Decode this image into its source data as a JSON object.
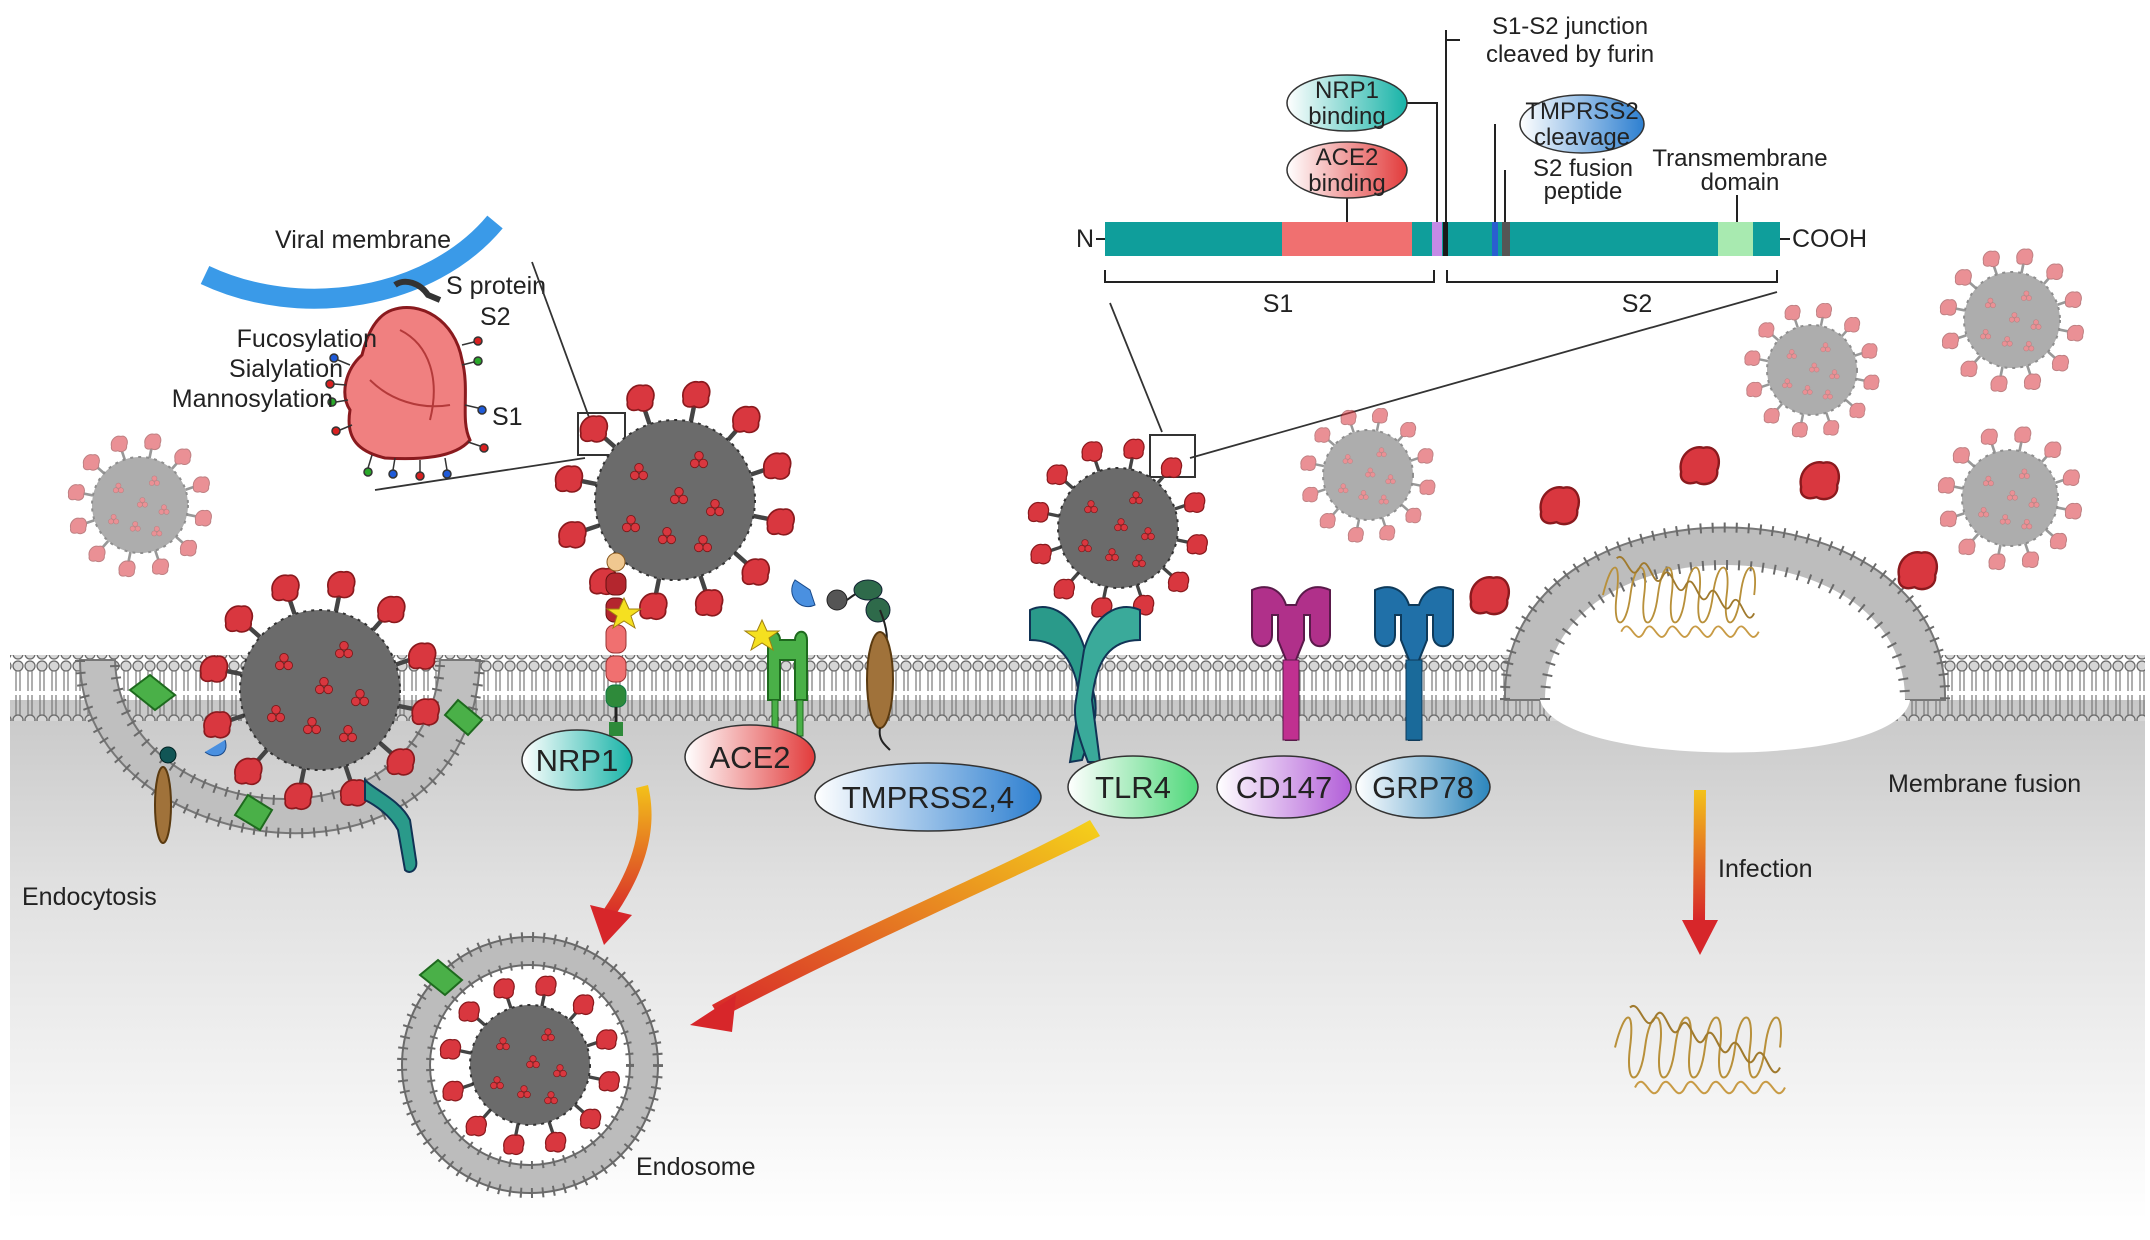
{
  "spike_domain_map": {
    "n_terminus": "N",
    "c_terminus": "COOH",
    "s1_label": "S1",
    "s2_label": "S2",
    "furin_site": [
      "S1-S2 junction",
      "cleaved by furin"
    ],
    "nrp1_binding": [
      "NRP1",
      "binding"
    ],
    "ace2_binding": [
      "ACE2",
      "binding"
    ],
    "tmprss2_cleavage": [
      "TMPRSS2",
      "cleavage"
    ],
    "fusion_peptide": [
      "S2 fusion",
      "peptide"
    ],
    "transmembrane": [
      "Transmembrane",
      "domain"
    ]
  },
  "spike_inset": {
    "viral_membrane": "Viral membrane",
    "s_protein": "S protein",
    "s2": "S2",
    "s1": "S1",
    "glycans": [
      "Fucosylation",
      "Sialylation",
      "Mannosylation"
    ]
  },
  "receptors": [
    "NRP1",
    "ACE2",
    "TMPRSS2,4",
    "TLR4",
    "CD147",
    "GRP78"
  ],
  "processes": {
    "endocytosis": "Endocytosis",
    "endosome": "Endosome",
    "membrane_fusion": "Membrane fusion",
    "infection": "Infection"
  },
  "colors": {
    "teal": "#0f9e9b",
    "ace2_red": "#f07070",
    "virion_gray": "#6b6b6b",
    "spike_red": "#d9373f",
    "viral_membrane_blue": "#3a9ae8",
    "cytoplasm_gray": "#cfcfcf"
  }
}
